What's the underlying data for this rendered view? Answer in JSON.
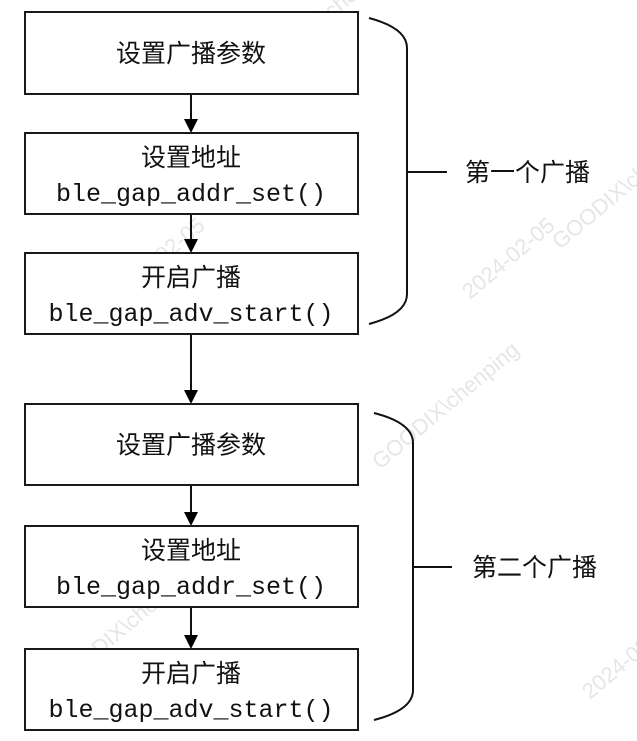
{
  "diagram": {
    "groups": [
      {
        "label": "第一个广播",
        "steps": [
          {
            "title": "设置广播参数",
            "code": ""
          },
          {
            "title": "设置地址",
            "code": "ble_gap_addr_set()"
          },
          {
            "title": "开启广播",
            "code": "ble_gap_adv_start()"
          }
        ]
      },
      {
        "label": "第二个广播",
        "steps": [
          {
            "title": "设置广播参数",
            "code": ""
          },
          {
            "title": "设置地址",
            "code": "ble_gap_addr_set()"
          },
          {
            "title": "开启广播",
            "code": "ble_gap_adv_start()"
          }
        ]
      }
    ],
    "watermark": {
      "lines": [
        "GOODIX\\chenping",
        "2024-02-05"
      ]
    }
  }
}
